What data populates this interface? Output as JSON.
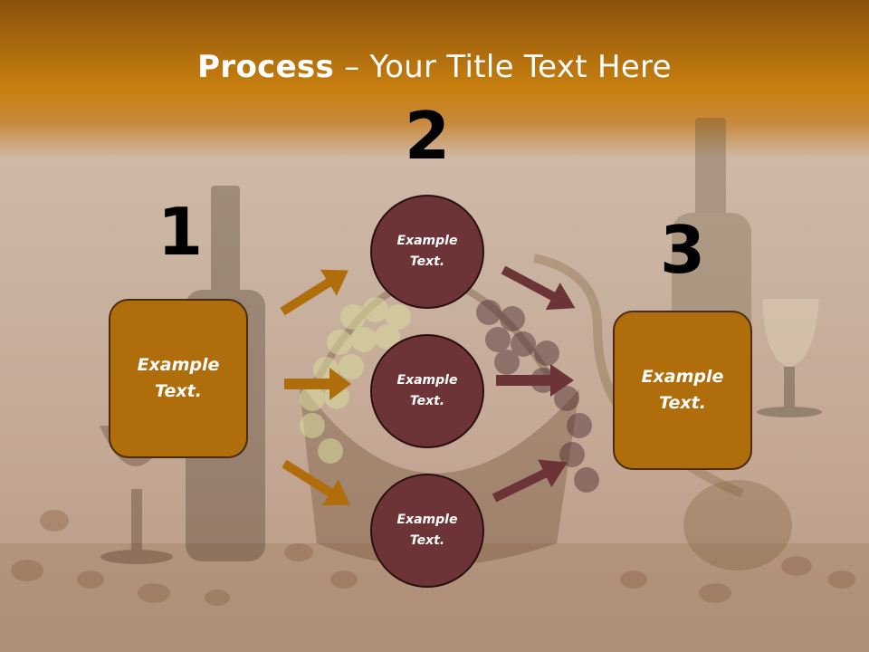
{
  "title": {
    "bold": "Process",
    "rest": " – Your Title Text Here"
  },
  "steps": {
    "one": {
      "number": "1",
      "line1": "Example",
      "line2": "Text."
    },
    "two": {
      "number": "2"
    },
    "three": {
      "number": "3",
      "line1": "Example",
      "line2": "Text."
    }
  },
  "circles": [
    {
      "line1": "Example",
      "line2": "Text."
    },
    {
      "line1": "Example",
      "line2": "Text."
    },
    {
      "line1": "Example",
      "line2": "Text."
    }
  ],
  "colors": {
    "box_fill": "#b06d0c",
    "circle_fill": "#6c3437",
    "arrow_left": "#b06d0c",
    "arrow_right": "#6c3437"
  }
}
